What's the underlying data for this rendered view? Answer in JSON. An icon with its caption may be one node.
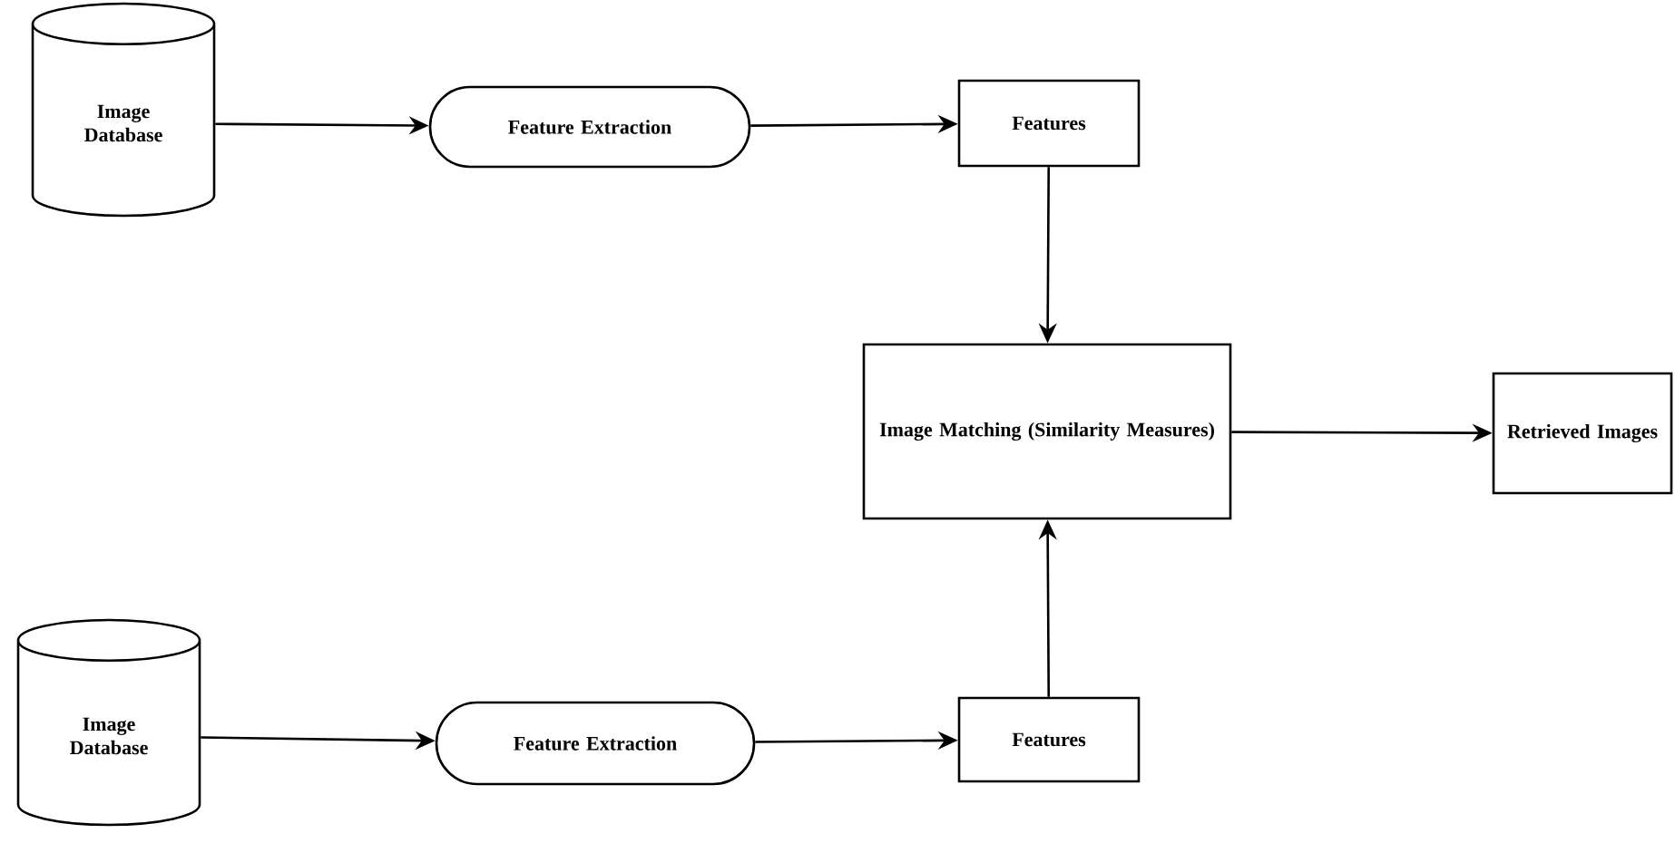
{
  "diagram": {
    "nodes": [
      {
        "text": [
          "Image Database"
        ]
      },
      {
        "text": [
          "Feature Extraction"
        ]
      },
      {
        "text": [
          "Features"
        ]
      },
      {
        "text": [
          "Image Matching (Similarity Measures)"
        ]
      },
      {
        "text": [
          "Retrieved Images"
        ]
      },
      {
        "text": [
          "Image Database"
        ]
      },
      {
        "text": [
          "Feature Extraction"
        ]
      },
      {
        "text": [
          "Features"
        ]
      }
    ],
    "edges": [
      {
        "from": 0,
        "to": 1,
        "arrow": "to"
      },
      {
        "from": 1,
        "to": 2,
        "arrow": "to"
      },
      {
        "from": 2,
        "to": 3,
        "arrow": "to"
      },
      {
        "from": 3,
        "to": 4,
        "arrow": "to"
      },
      {
        "from": 5,
        "to": 6,
        "arrow": "to"
      },
      {
        "from": 6,
        "to": 7,
        "arrow": "to"
      },
      {
        "from": 7,
        "to": 3,
        "arrow": "to"
      }
    ]
  }
}
